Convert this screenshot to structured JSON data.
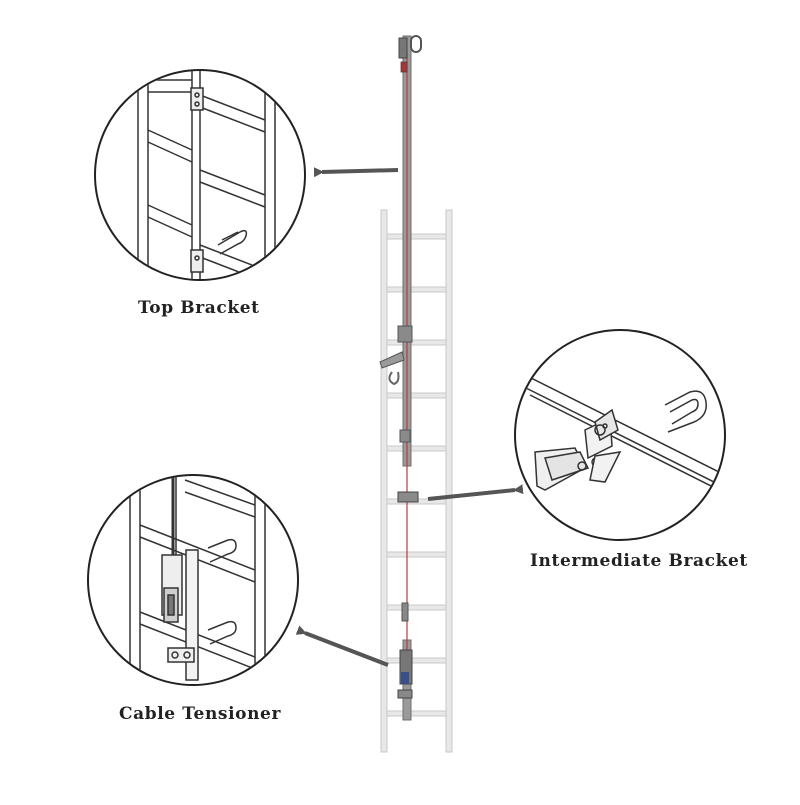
{
  "labels": {
    "top_bracket": "Top Bracket",
    "intermediate_bracket": "Intermediate Bracket",
    "cable_tensioner": "Cable Tensioner"
  },
  "colors": {
    "background": "#ffffff",
    "ladder": "#e6e6e6",
    "ladder_outline": "#c8c8c8",
    "rail": "#8a8a8a",
    "cable": "#c0393b",
    "arrow": "#555555",
    "circle_outline": "#222222",
    "line_art": "#333333",
    "label": "#222222"
  },
  "icons": {
    "arrow": "arrow-left-icon"
  }
}
